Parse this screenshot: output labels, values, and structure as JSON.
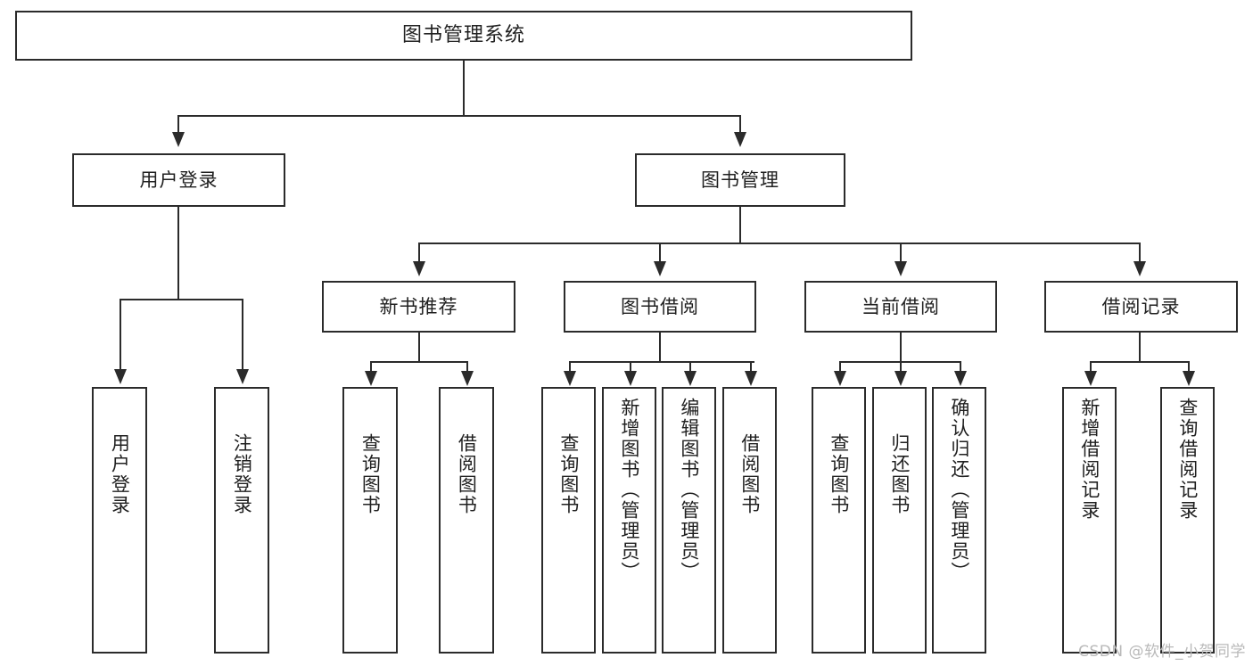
{
  "diagram": {
    "type": "tree",
    "title": "图书管理系统",
    "root": {
      "label": "图书管理系统"
    },
    "level1": [
      {
        "label": "用户登录"
      },
      {
        "label": "图书管理"
      }
    ],
    "level2": [
      {
        "label": "新书推荐"
      },
      {
        "label": "图书借阅"
      },
      {
        "label": "当前借阅"
      },
      {
        "label": "借阅记录"
      }
    ],
    "leaves": {
      "user_login": [
        {
          "label": "用户登录"
        },
        {
          "label": "注销登录"
        }
      ],
      "new_book_recommend": [
        {
          "label": "查询图书"
        },
        {
          "label": "借阅图书"
        }
      ],
      "book_borrow": [
        {
          "label": "查询图书"
        },
        {
          "label": "新增图书（管理员）"
        },
        {
          "label": "编辑图书（管理员）"
        },
        {
          "label": "借阅图书"
        }
      ],
      "current_borrow": [
        {
          "label": "查询图书"
        },
        {
          "label": "归还图书"
        },
        {
          "label": "确认归还（管理员）"
        }
      ],
      "borrow_record": [
        {
          "label": "新增借阅记录"
        },
        {
          "label": "查询借阅记录"
        }
      ]
    }
  },
  "watermark": {
    "text": "CSDN @软件_小贺同学"
  },
  "colors": {
    "background": "#ffffff",
    "border": "#2b2b2b",
    "text": "#202020",
    "watermark": "#b9b9b9"
  }
}
